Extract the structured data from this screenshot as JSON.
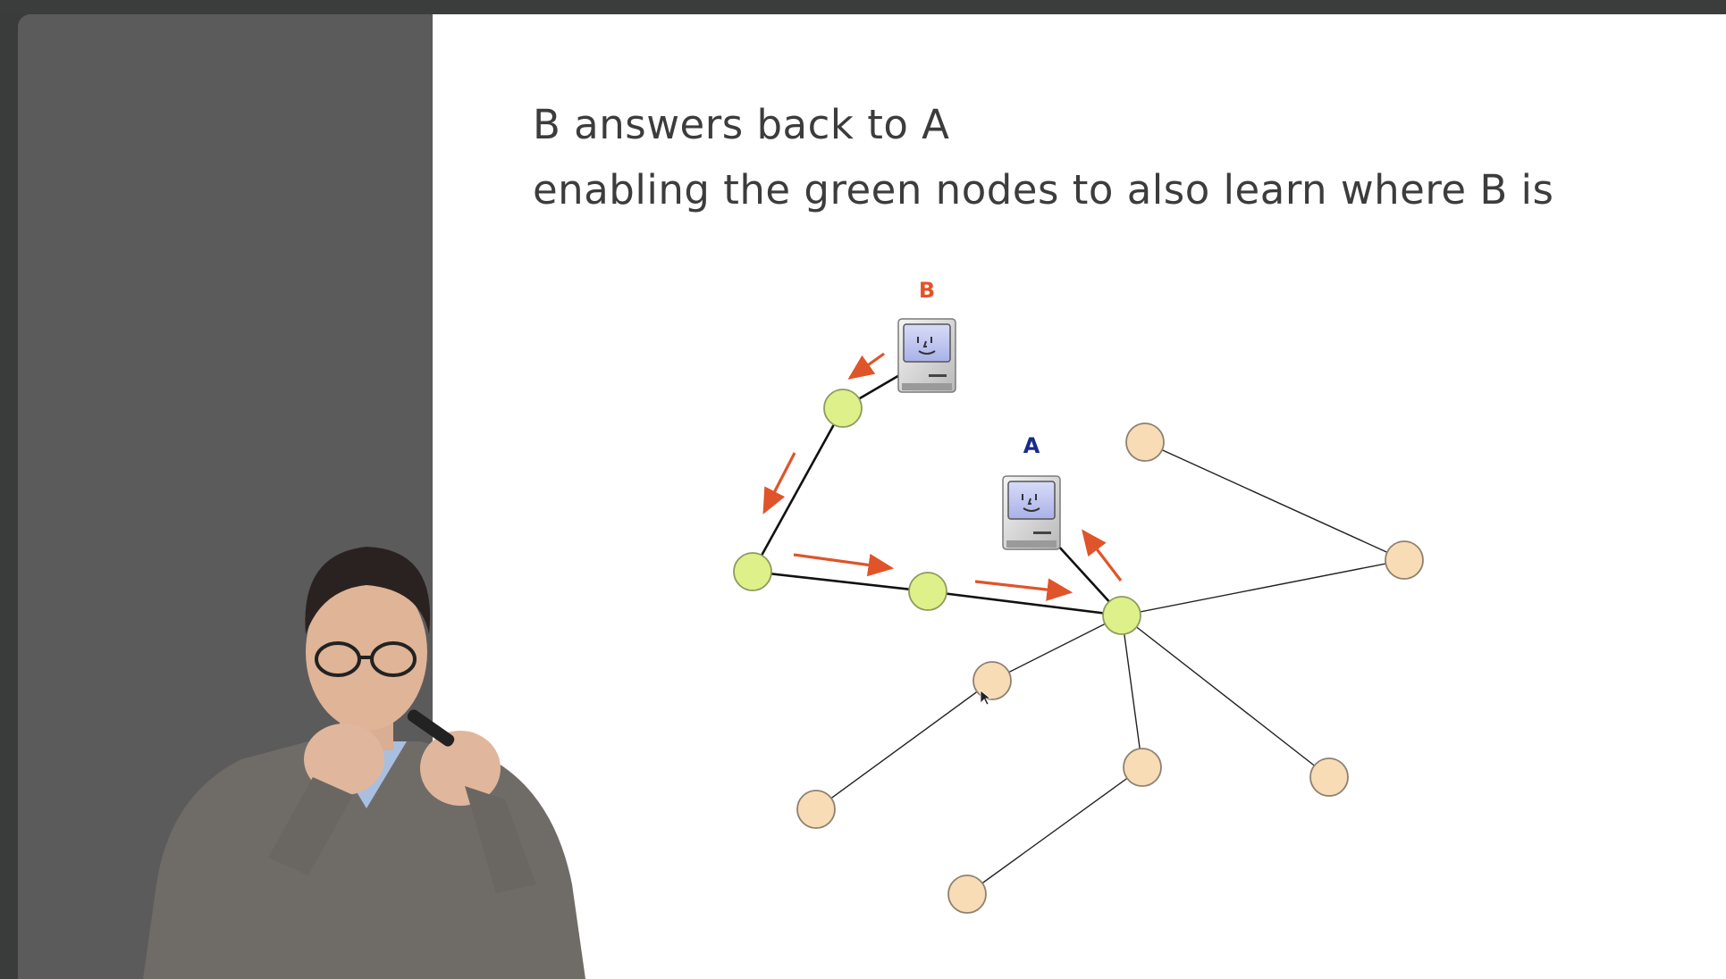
{
  "slide": {
    "title_line_1": "B answers back to A",
    "title_line_2": "enabling the green nodes to also learn where B is"
  },
  "diagram": {
    "label_b": "B",
    "label_a": "A",
    "colors": {
      "green_node": "#def08a",
      "peach_node": "#f7dcb6",
      "arrow": "#e0542a",
      "label_b": "#e0542a",
      "label_a": "#1a2a8a"
    },
    "icons": [
      "computer-icon-b",
      "computer-icon-a"
    ]
  }
}
